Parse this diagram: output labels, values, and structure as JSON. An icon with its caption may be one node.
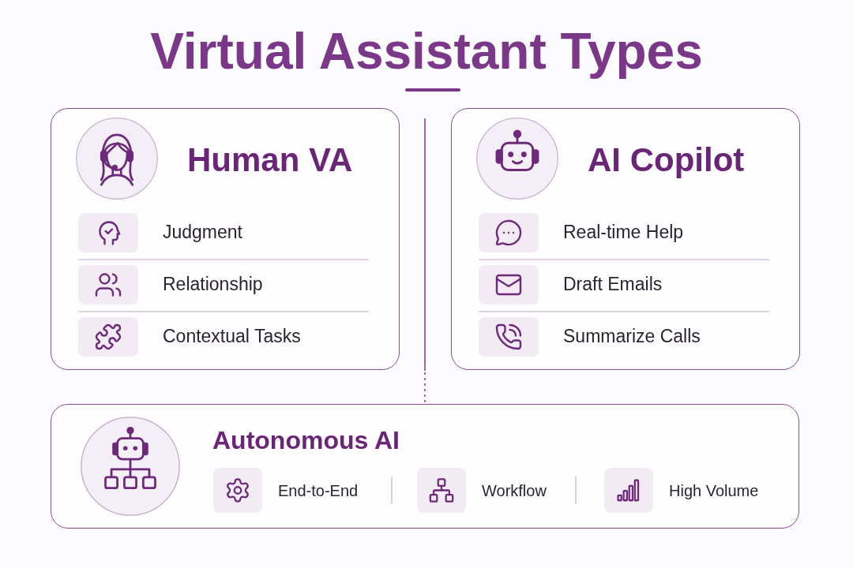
{
  "diagram": {
    "title": "Virtual Assistant Types",
    "nodes": [
      {
        "text": [
          "Human VA",
          "Judgment",
          "Relationship",
          "Contextual Tasks"
        ]
      },
      {
        "text": [
          "AI Copilot",
          "Real-time Help",
          "Draft Emails",
          "Summarize Calls"
        ]
      },
      {
        "text": [
          "Autonomous AI",
          "End-to-End",
          "Workflow",
          "High Volume"
        ]
      }
    ]
  }
}
